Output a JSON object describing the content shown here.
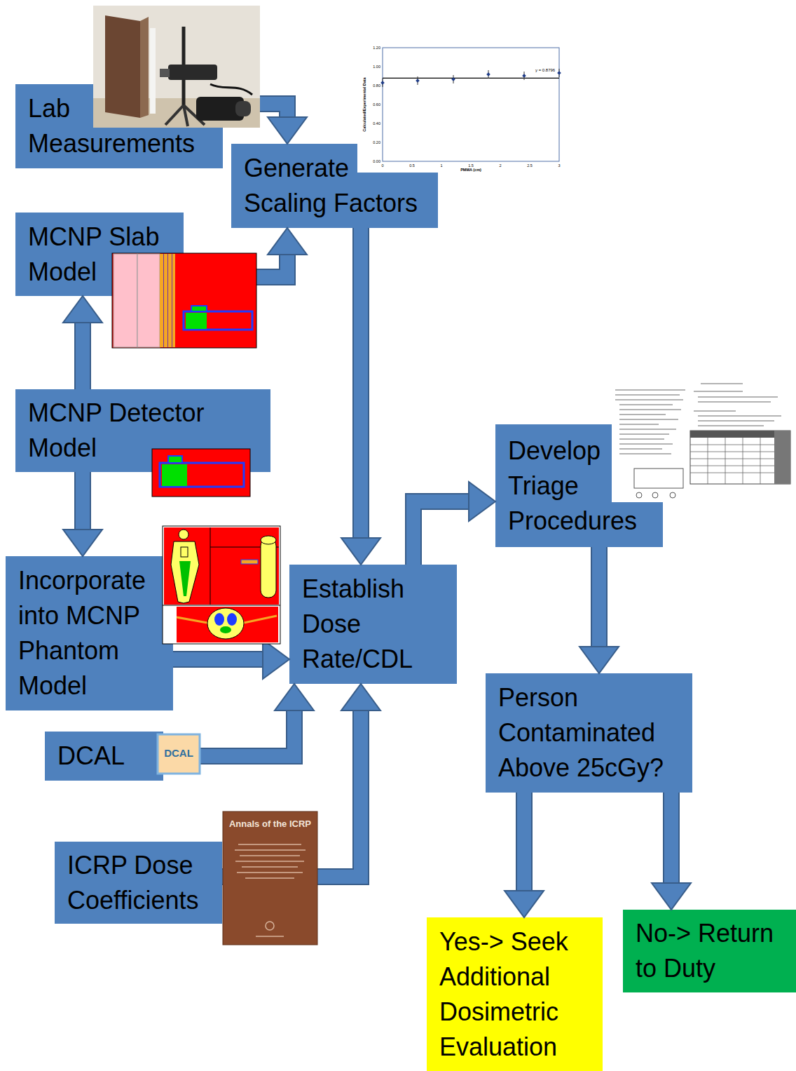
{
  "diagram": {
    "nodes": [
      {
        "text": [
          "Lab Measurements"
        ]
      },
      {
        "text": [
          "Generate Scaling Factors"
        ]
      },
      {
        "text": [
          "MCNP Slab Model"
        ]
      },
      {
        "text": [
          "MCNP Detector Model"
        ]
      },
      {
        "text": [
          "Develop Triage Procedures"
        ]
      },
      {
        "text": [
          "Incorporate into MCNP Phantom Model"
        ]
      },
      {
        "text": [
          "Establish Dose Rate/CDL"
        ]
      },
      {
        "text": [
          "Person Contaminated Above 25cGy?"
        ]
      },
      {
        "text": [
          "DCAL"
        ]
      },
      {
        "text": [
          "ICRP Dose Coefficients"
        ]
      },
      {
        "text": [
          "Yes-> Seek Additional Dosimetric Evaluation"
        ]
      },
      {
        "text": [
          "No-> Return to Duty"
        ]
      }
    ],
    "edges": [
      {
        "from": 0,
        "to": 1,
        "arrow": "to"
      },
      {
        "from": 2,
        "to": 1,
        "arrow": "to"
      },
      {
        "from": 3,
        "to": 2,
        "arrow": "to"
      },
      {
        "from": 3,
        "to": 5,
        "arrow": "to"
      },
      {
        "from": 1,
        "to": 6,
        "arrow": "to"
      },
      {
        "from": 5,
        "to": 6,
        "arrow": "to"
      },
      {
        "from": 8,
        "to": 6,
        "arrow": "to"
      },
      {
        "from": 9,
        "to": 6,
        "arrow": "to"
      },
      {
        "from": 6,
        "to": 4,
        "arrow": "to"
      },
      {
        "from": 4,
        "to": 7,
        "arrow": "to"
      },
      {
        "from": 7,
        "to": 10,
        "arrow": "to"
      },
      {
        "from": 7,
        "to": 11,
        "arrow": "to"
      }
    ],
    "labels": [
      "y = 0.8796",
      "PMMA (cm)",
      "Calculated/Experimental Data",
      "0.00",
      "0.20",
      "0.40",
      "0.60",
      "0.80",
      "1.00",
      "1.20",
      "0",
      "0.5",
      "1",
      "1.5",
      "2",
      "2.5",
      "3",
      "Annals of the ICRP",
      "DCAL"
    ]
  }
}
